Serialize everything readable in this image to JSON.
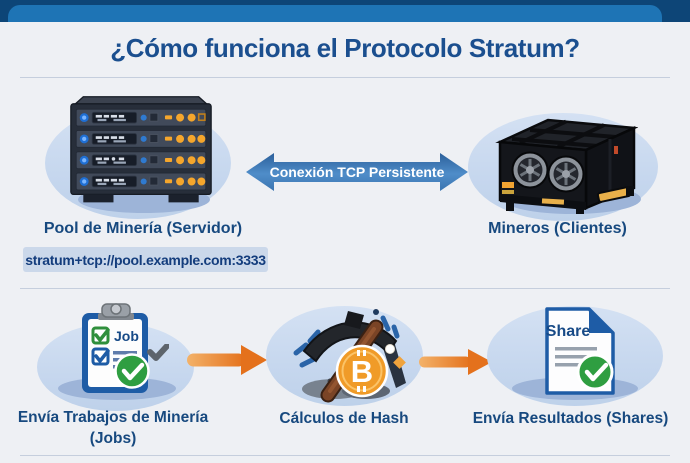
{
  "header": {
    "title_prefix": "¿Cómo funciona el Protocolo ",
    "title_bold": "Stratum",
    "title_suffix": "?"
  },
  "diagram": {
    "server": {
      "label": "Pool de Minería (Servidor)",
      "url": "stratum+tcp://pool.example.com:3333"
    },
    "connection": {
      "label": "Conexión TCP Persistente"
    },
    "miners": {
      "label": "Mineros (Clientes)"
    }
  },
  "steps": [
    {
      "badge": "Job",
      "label_line1": "Envía Trabajos de Minería",
      "label_line2": "(Jobs)"
    },
    {
      "badge": "B",
      "label_line1": "Cálculos de Hash",
      "label_line2": ""
    },
    {
      "badge": "Share",
      "label_line1": "Envía Resultados (Shares)",
      "label_line2": ""
    }
  ],
  "colors": {
    "accent_blue": "#1e5ca6",
    "title_blue": "#1b4f8f",
    "label_blue": "#17497f",
    "top_bar_dark": "#0d4577",
    "top_bar_light": "#1e74b5",
    "blob_blue": "#c9d9ef",
    "arrow_blue": "#3a74b0",
    "arrow_orange": "#e87b1a",
    "green_check": "#2f9e41",
    "bitcoin_orange": "#f09b28",
    "led_orange": "#f5a62c",
    "background": "#eef0f4"
  }
}
